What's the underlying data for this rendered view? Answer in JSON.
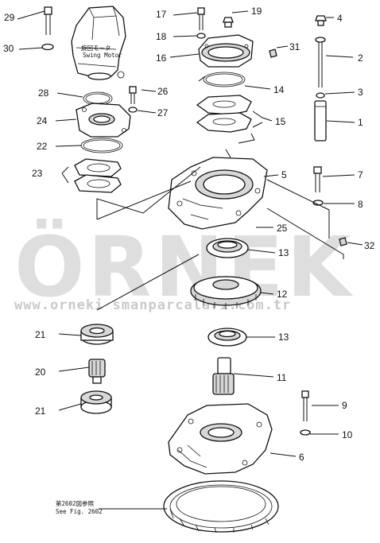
{
  "watermark": {
    "title": "ÖRNEK",
    "url": "www.orneki smanparcalari.com.tr"
  },
  "notes": {
    "motor_jp": "旋回モータ",
    "motor_en": "Swing Motor",
    "ref_jp": "第2602図参照",
    "ref_en": "See Fig. 2602"
  },
  "labels": {
    "p1": "1",
    "p2": "2",
    "p3": "3",
    "p4": "4",
    "p5": "5",
    "p6": "6",
    "p7": "7",
    "p8": "8",
    "p9": "9",
    "p10": "10",
    "p11": "11",
    "p12": "12",
    "p13a": "13",
    "p13b": "13",
    "p14": "14",
    "p15": "15",
    "p16": "16",
    "p17": "17",
    "p18": "18",
    "p19": "19",
    "p20": "20",
    "p21a": "21",
    "p21b": "21",
    "p22": "22",
    "p23": "23",
    "p24": "24",
    "p25": "25",
    "p26": "26",
    "p27": "27",
    "p28": "28",
    "p29": "29",
    "p30": "30",
    "p31": "31",
    "p32": "32"
  }
}
